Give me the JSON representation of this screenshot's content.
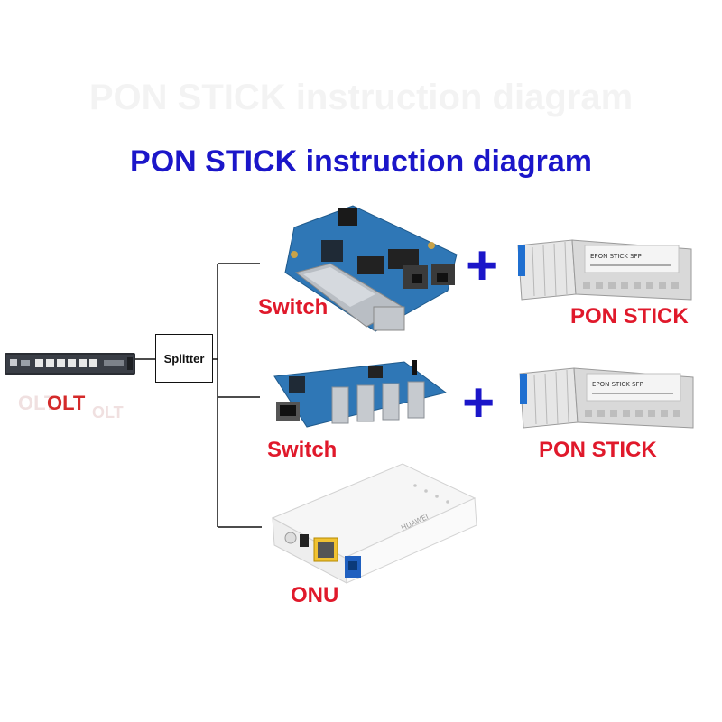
{
  "diagram": {
    "ghost_title": "PON STICK instruction diagram",
    "title": "PON STICK instruction diagram",
    "splitter_label": "Splitter",
    "olt_label": "OLT",
    "olt_ghost_label": "OLT",
    "switch1_label": "Switch",
    "switch2_label": "Switch",
    "ponstick1_label": "PON STICK",
    "ponstick2_label": "PON STICK",
    "onu_label": "ONU",
    "plus_symbol": "+",
    "sfp_sticker_line1": "EPON STICK SFP",
    "onu_brand": "HUAWEI",
    "colors": {
      "title": "#1b16c9",
      "label_red": "#e0192b",
      "pcb_blue": "#2f77b6",
      "line": "#111111"
    }
  }
}
